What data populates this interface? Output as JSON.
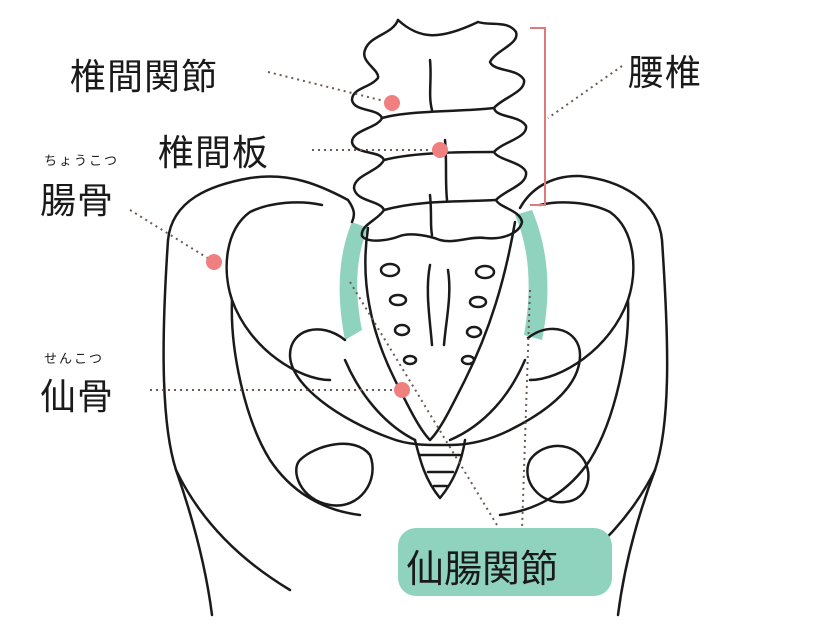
{
  "labels": {
    "facet_joint": "椎間関節",
    "lumbar": "腰椎",
    "disc": "椎間板",
    "ilium": "腸骨",
    "ilium_ruby": "ちょうこつ",
    "sacrum": "仙骨",
    "sacrum_ruby": "せんこつ",
    "si_joint": "仙腸関節"
  },
  "colors": {
    "accent": "#8fd3be",
    "marker": "#f08080",
    "bracket": "#e07a7a",
    "leader": "#6b5a52",
    "stroke": "#1a1a1a"
  }
}
